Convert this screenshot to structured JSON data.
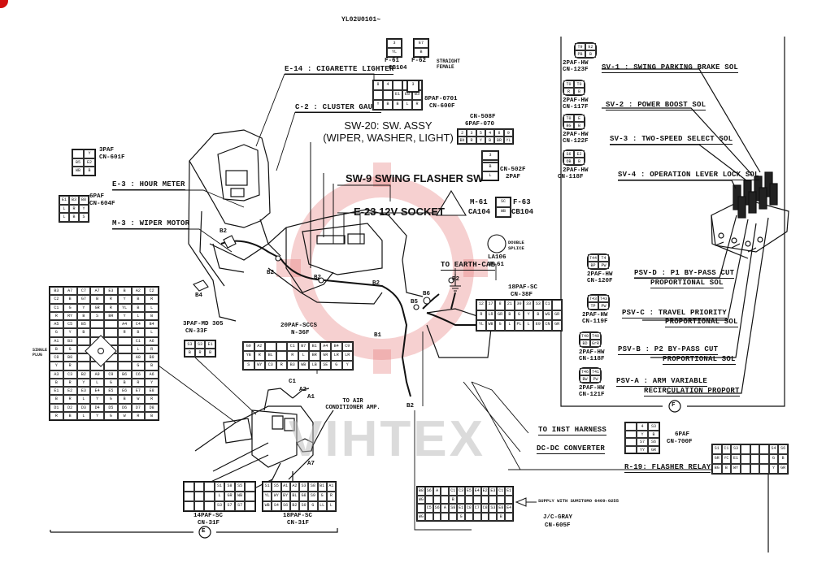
{
  "doc_id": "YL02U0101~",
  "main_labels": {
    "sw20_line1": "SW-20: SW. ASSY",
    "sw20_line2": "(WIPER, WASHER, LIGHT)",
    "sw9": "SW-9 SWING FLASHER SW",
    "e23": "E-23 12V SOCKET"
  },
  "left_labels": {
    "e14": "E-14 : CIGARETTE LIGHTER",
    "c2": "C-2 : CLUSTER GAUGE",
    "e3": "E-3 : HOUR METER",
    "m3": "M-3 : WIPER MOTOR"
  },
  "connectors": {
    "cn601f_a": "3PAF",
    "cn601f_b": "CN-601F",
    "cn604f_a": "6PAF",
    "cn604f_b": "CN-604F",
    "f61": "F-61",
    "f62": "F-62",
    "cb104": "CB104",
    "straight_female": "STRAIGHT FEMALE",
    "cn600f_a": "8PAF-0701",
    "cn600f_b": "CN-600F",
    "cn508f_a": "CN-508F",
    "cn508f_b": "6PAF-070",
    "cn502f_a": "CN-502F",
    "cn502f_b": "2PAF",
    "m61": "M-61",
    "ca104": "CA104",
    "f63": "F-63",
    "cb104b": "CB104",
    "la106_a": "LA106",
    "la106_b": "P-61",
    "double_splice": "DOUBLE SPLICE",
    "to_earth": "TO EARTH-CAB",
    "cn38f_a": "18PAF-SC",
    "cn38f_b": "CN-38F",
    "cn36f_a": "20PAF-SCCS",
    "cn36f_b": "N-36F",
    "cn33f_a": "3PAF-MD 305",
    "cn33f_b": "CN-33F",
    "to_air": "TO AIR CONDITIONER AMP.",
    "cn31f_14_a": "14PAF-SC",
    "cn31f_14_b": "CN-31F",
    "cn31f_18_a": "18PAF-SC",
    "cn31f_18_b": "CN-31F",
    "to_inst": "TO INST HARNESS",
    "dcdc": "DC-DC CONVERTER",
    "r19": "R-19: FLASHER RELAY",
    "cn700f_a": "6PAF",
    "cn700f_b": "CN-700F",
    "supply": "SUPPLY WITH SUMITOMO 6409-0255",
    "jc_gray": "J/C-GRAY",
    "cn605f": "CN-605F",
    "fuse_side": "SINGLE PLUG"
  },
  "markers": {
    "b1": "B1",
    "b2": "B2",
    "b4": "B4",
    "b5": "B5",
    "b6": "B6",
    "a1": "A1",
    "a2": "A2",
    "a7": "A7",
    "c1": "C1"
  },
  "solenoids": [
    {
      "conn": "2PAF-HW",
      "cn": "CN-123F",
      "label": "SV-1 : SWING PARKING BRAKE SOL",
      "line2": ""
    },
    {
      "conn": "2PAF-HW",
      "cn": "CN-117F",
      "label": "SV-2 : POWER BOOST SOL",
      "line2": ""
    },
    {
      "conn": "2PAF-HW",
      "cn": "CN-122F",
      "label": "SV-3 : TWO-SPEED SELECT SOL",
      "line2": ""
    },
    {
      "conn": "2PAF-HW",
      "cn": "CN-118F",
      "label": "SV-4 : OPERATION LEVER LOCK SOL",
      "line2": ""
    }
  ],
  "psv": [
    {
      "conn": "2PAF-HW",
      "cn": "CN-120F",
      "label": "PSV-D : P1 BY-PASS CUT",
      "line2": "PROPORTIONAL SOL"
    },
    {
      "conn": "2PAF-HW",
      "cn": "CN-119F",
      "label": "PSV-C : TRAVEL PRIORITY",
      "line2": "PROPORTIONAL SOL"
    },
    {
      "conn": "2PAF-HW",
      "cn": "CN-118F",
      "label": "PSV-B : P2 BY-PASS CUT",
      "line2": "PROPORTIONAL SOL"
    },
    {
      "conn": "2PAF-HW",
      "cn": "CN-121F",
      "label": "PSV-A : ARM VARIABLE",
      "line2": "RECIRCULATION PROPORT"
    }
  ],
  "section_marks": {
    "e": "E",
    "f": "F"
  },
  "watermark": "VIHTEX"
}
